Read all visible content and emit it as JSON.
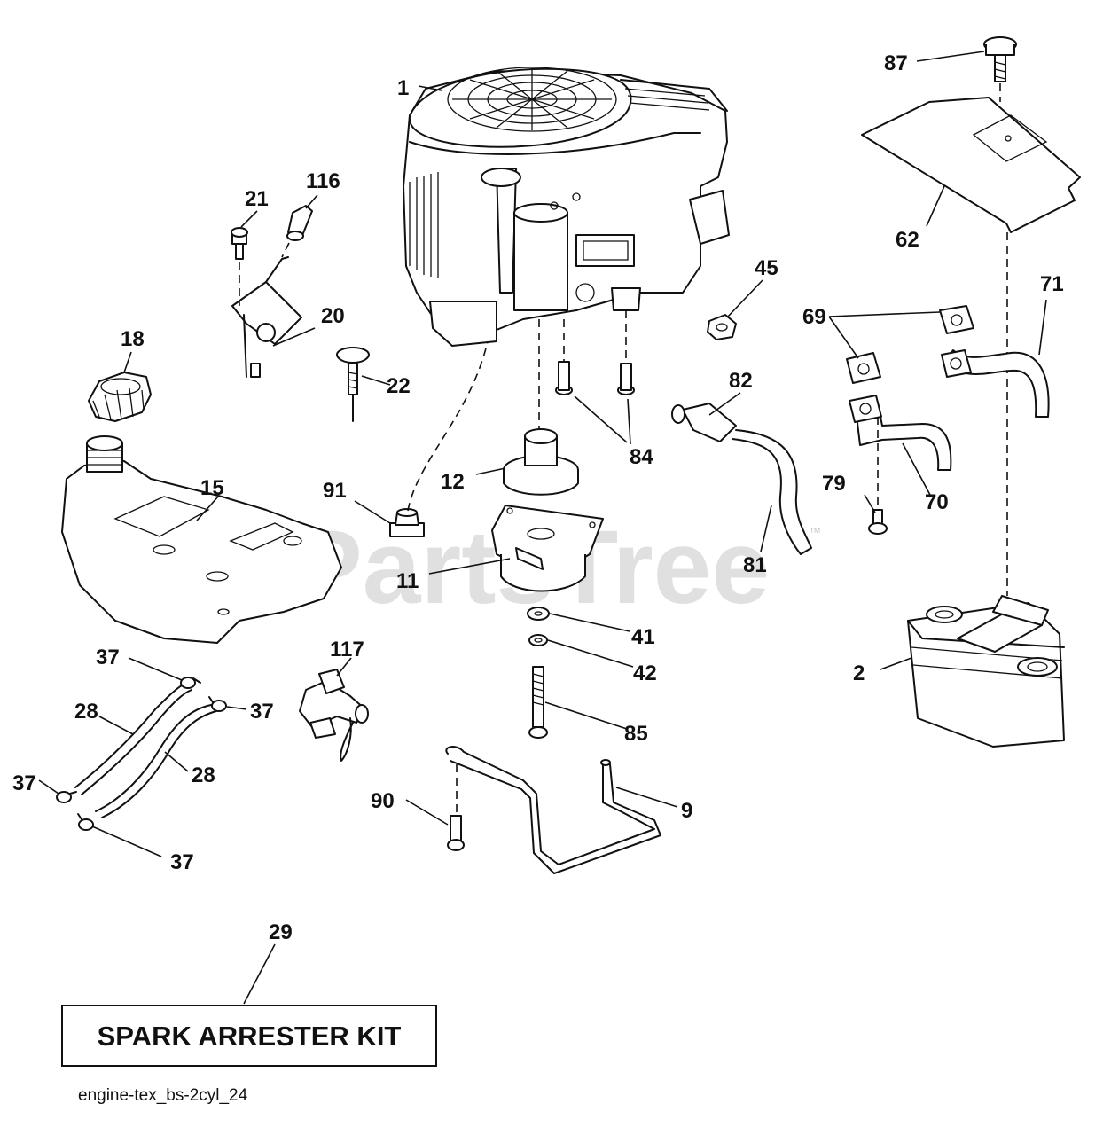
{
  "watermark": {
    "text": "PartsTree",
    "trademark": "™"
  },
  "kit_label": "SPARK ARRESTER KIT",
  "caption": "engine-tex_bs-2cyl_24",
  "callouts": {
    "p1": "1",
    "p2": "2",
    "p9": "9",
    "p11": "11",
    "p12": "12",
    "p15": "15",
    "p18": "18",
    "p20": "20",
    "p21": "21",
    "p22": "22",
    "p28a": "28",
    "p28b": "28",
    "p29": "29",
    "p37a": "37",
    "p37b": "37",
    "p37c": "37",
    "p37d": "37",
    "p41": "41",
    "p42": "42",
    "p45": "45",
    "p62": "62",
    "p69": "69",
    "p70": "70",
    "p71": "71",
    "p79": "79",
    "p81": "81",
    "p82": "82",
    "p84": "84",
    "p85": "85",
    "p87": "87",
    "p90": "90",
    "p91": "91",
    "p116": "116",
    "p117": "117"
  }
}
